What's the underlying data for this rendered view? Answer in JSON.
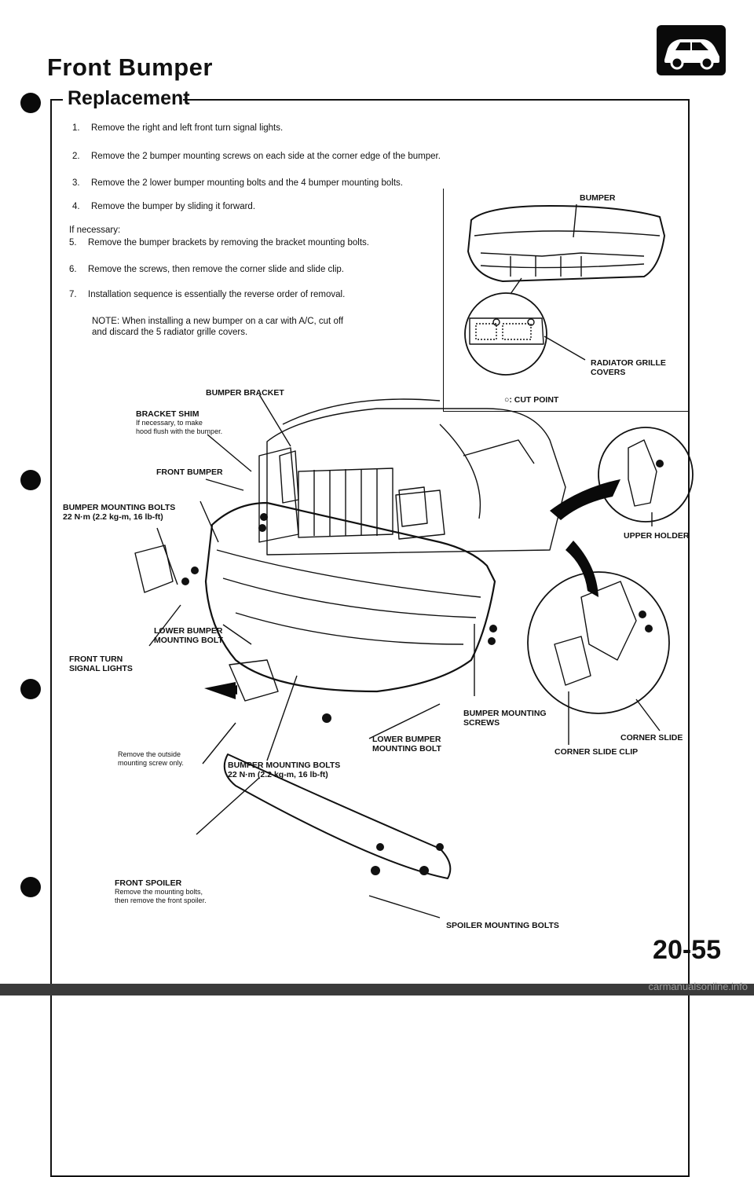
{
  "page": {
    "title": "Front Bumper",
    "section": "Replacement",
    "page_number": "20-55",
    "watermark": "carmanualsonline.info"
  },
  "steps": [
    {
      "num": "1.",
      "text": "Remove the right and left front turn signal lights."
    },
    {
      "num": "2.",
      "text": "Remove the 2 bumper mounting screws on each side at the corner edge of the bumper."
    },
    {
      "num": "3.",
      "text": "Remove the 2 lower bumper mounting bolts and the 4 bumper mounting bolts."
    },
    {
      "num": "4.",
      "text": "Remove the bumper by sliding it forward."
    },
    {
      "num": "5.",
      "text": "Remove the bumper brackets by removing the bracket mounting bolts."
    },
    {
      "num": "6.",
      "text": "Remove the screws, then remove the corner slide and slide clip."
    },
    {
      "num": "7.",
      "text": "Installation sequence is essentially the reverse order of removal."
    }
  ],
  "if_necessary": "If necessary:",
  "note": {
    "line1": "NOTE: When installing a new bumper on a car with A/C, cut off",
    "line2": "and discard the 5 radiator grille covers."
  },
  "inset": {
    "bumper": "BUMPER",
    "grille_1": "RADIATOR GRILLE",
    "grille_2": "COVERS",
    "cut_point": "○: CUT POINT"
  },
  "labels": {
    "bumper_bracket": "BUMPER BRACKET",
    "bracket_shim": "BRACKET SHIM",
    "shim_note_1": "If necessary, to make",
    "shim_note_2": "hood flush with the bumper.",
    "front_bumper": "FRONT BUMPER",
    "bmb_1": "BUMPER MOUNTING BOLTS",
    "bmb_2": "22 N·m (2.2 kg-m, 16 lb-ft)",
    "upper_holder": "UPPER HOLDER",
    "lbmb_1": "LOWER BUMPER",
    "lbmb_2": "MOUNTING BOLT",
    "fts_1": "FRONT TURN",
    "fts_2": "SIGNAL LIGHTS",
    "bms_1": "BUMPER MOUNTING",
    "bms_2": "SCREWS",
    "lbmb2_1": "LOWER BUMPER",
    "lbmb2_2": "MOUNTING BOLT",
    "corner_slide": "CORNER SLIDE",
    "corner_slide_clip": "CORNER SLIDE CLIP",
    "outside_note_1": "Remove the outside",
    "outside_note_2": "mounting screw only.",
    "bmb2_1": "BUMPER MOUNTING BOLTS",
    "bmb2_2": "22 N·m (2.2 kg-m, 16 lb-ft)",
    "spoiler_1": "FRONT SPOILER",
    "spoiler_2": "Remove the mounting bolts,",
    "spoiler_3": "then remove the front spoiler.",
    "spoiler_bolts": "SPOILER MOUNTING BOLTS"
  }
}
